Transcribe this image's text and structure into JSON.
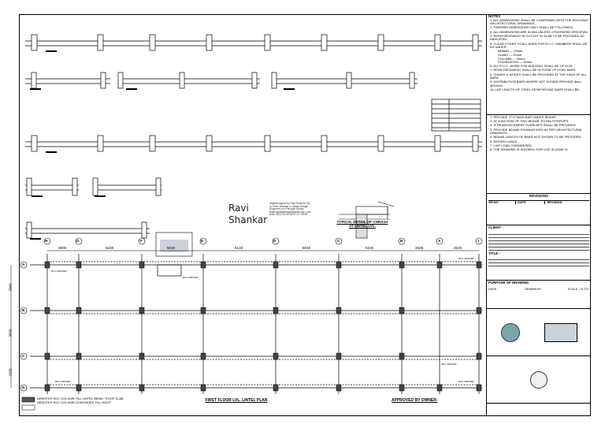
{
  "drawing": {
    "grid_columns": [
      "H",
      "G",
      "F",
      "E",
      "D",
      "C",
      "B",
      "A",
      "I"
    ],
    "grid_rows": [
      "A",
      "B",
      "C",
      "D"
    ],
    "column_spacings": [
      "3900",
      "5220",
      "5040",
      "5133",
      "5040",
      "5230",
      "3325",
      "3325"
    ],
    "row_spacings": [
      "3900",
      "3830",
      "2333"
    ],
    "detail_title": "TYPICAL DETAIL OF CHHAJA AT LINTEL LVL.",
    "plan_title": "FIRST FLOOR LVL. LINTEL PLAN",
    "approval_text": "APPROVED BY OWNER-",
    "column_tags": [
      "RCC 230X300",
      "RCC 230X300",
      "RCC 230X300",
      "RCC 230X300",
      "RCC 230X300",
      "RCC 230X300"
    ]
  },
  "signature": {
    "name_line1": "Ravi",
    "name_line2": "Shankar",
    "digital_text": "Digitally signed by Ravi Shankar DN: cn=Ravi Shankar o=Global Design Engineers ou=Principal Design email=globaldesign@gmail.com c=IN Date: 2022.05.03 16:12:24 +05'30'"
  },
  "legend": {
    "items": [
      "DENOTES RCC COLUMN TILL LINTEL BEAM / ROOF SLAB",
      "DENOTES RCC COLUMN CONTINUES TILL ROOF"
    ]
  },
  "title_block": {
    "notes_heading": "NOTES",
    "notes": [
      "1. ALL DIMENSIONS SHALL BE CONFIRMED WITH THE RELEVANT ARCHITECTURAL DRAWINGS.",
      "2. FINISHED DIMENSIONS ONLY SHALL BE FOLLOWED.",
      "3. ALL DIMENSIONS ARE IN MM UNLESS OTHERWISE SPECIFIED.",
      "4. REINFORCEMENT IN CUTOUT IN SLAB TO BE PROVIDED AS INDICATED.",
      "5. CLEAR COVER TO ALL BARS FOR R.C.C. MEMBERS SHALL BE AS UNDER -",
      "6. ALL R.C.C. WORK FOR BUILDING SHALL BE OF M-25.",
      "7. REINFORCEMENT SHALL BE IN FORM OF HYSD BARS.",
      "8. CHAIRS & MODES SHALL BE PROVIDED AT THE ENDS OF ALL BARS.",
      "9. DISTRIBUTION BARS WHERE NOT SHOWN PROVIDE 8mm @200c/c.",
      "10. LAP LENGTH OF STEEL REINFORCING BARS SHALL BE -"
    ],
    "cover_rows": [
      {
        "member": "BEAMS",
        "value": "25mm"
      },
      {
        "member": "SLABS",
        "value": "20mm"
      },
      {
        "member": "COLUMN",
        "value": "40mm"
      },
      {
        "member": "FOUNDATION",
        "value": "50mm"
      }
    ],
    "more_notes": [
      "1. PROVIDE 2T12 MAIN BAR UNDER BEAMS.",
      "2. AT JUNCTION OF TWO BEAMS, EXTRA STIRRUPS.",
      "3. IF REINFORCEMENT OVERLAPS SHALL BE PROVIDED.",
      "4. PROVIDE BEAMS FOUNDATIONS AS PER ARCHITECTURAL DRAWINGS.",
      "5. BEAMS LENGTH OF BARS NOT SHOWN TO BE PROVIDED.",
      "6. DESIGN LOADS -",
      "7. LIVE LOAD CONSIDERED -",
      "8. THE DRAWING IS SUITABLE FOR USE IN ZONE IV."
    ],
    "revisions_heading": "REVISIONS",
    "rev_cols": [
      "SR.NO.",
      "DATE",
      "REVISION"
    ],
    "client_label": "CLIENT -",
    "title_label": "TITLE -",
    "purpose_label": "PURPOSE OF DRAWING",
    "date_label": "DATE -",
    "drawn_label": "DRAWN BY",
    "scale_label": "SCALE - N.T.S."
  }
}
